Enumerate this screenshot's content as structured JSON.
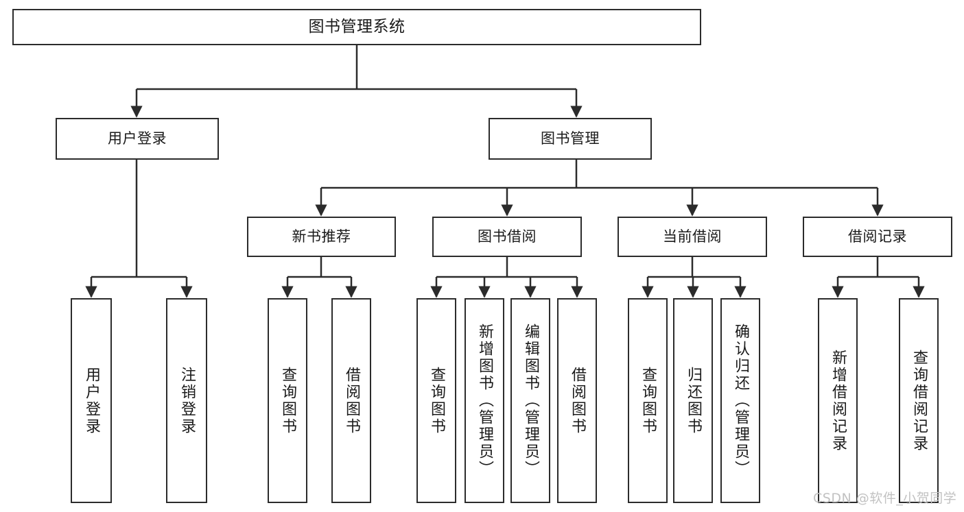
{
  "diagram": {
    "title": "图书管理系统",
    "type": "functional-structure-tree",
    "root": {
      "label": "图书管理系统"
    },
    "level2": [
      {
        "label": "用户登录"
      },
      {
        "label": "图书管理"
      }
    ],
    "level3": [
      {
        "label": "新书推荐"
      },
      {
        "label": "图书借阅"
      },
      {
        "label": "当前借阅"
      },
      {
        "label": "借阅记录"
      }
    ],
    "leaves": {
      "user_login": [
        {
          "label": "用户登录"
        },
        {
          "label": "注销登录"
        }
      ],
      "new_book": [
        {
          "label": "查询图书"
        },
        {
          "label": "借阅图书"
        }
      ],
      "book_borrow": [
        {
          "label": "查询图书"
        },
        {
          "label": "新增图书（管理员）"
        },
        {
          "label": "编辑图书（管理员）"
        },
        {
          "label": "借阅图书"
        }
      ],
      "current_borrow": [
        {
          "label": "查询图书"
        },
        {
          "label": "归还图书"
        },
        {
          "label": "确认归还（管理员）"
        }
      ],
      "borrow_record": [
        {
          "label": "新增借阅记录"
        },
        {
          "label": "查询借阅记录"
        }
      ]
    }
  },
  "watermark": {
    "text": "CSDN @软件_小贺同学"
  },
  "colors": {
    "box_border": "#2b2b2b",
    "box_fill": "#ffffff",
    "line": "#2b2b2b",
    "text": "#1a1a1a",
    "watermark": "#c2c2c2"
  }
}
